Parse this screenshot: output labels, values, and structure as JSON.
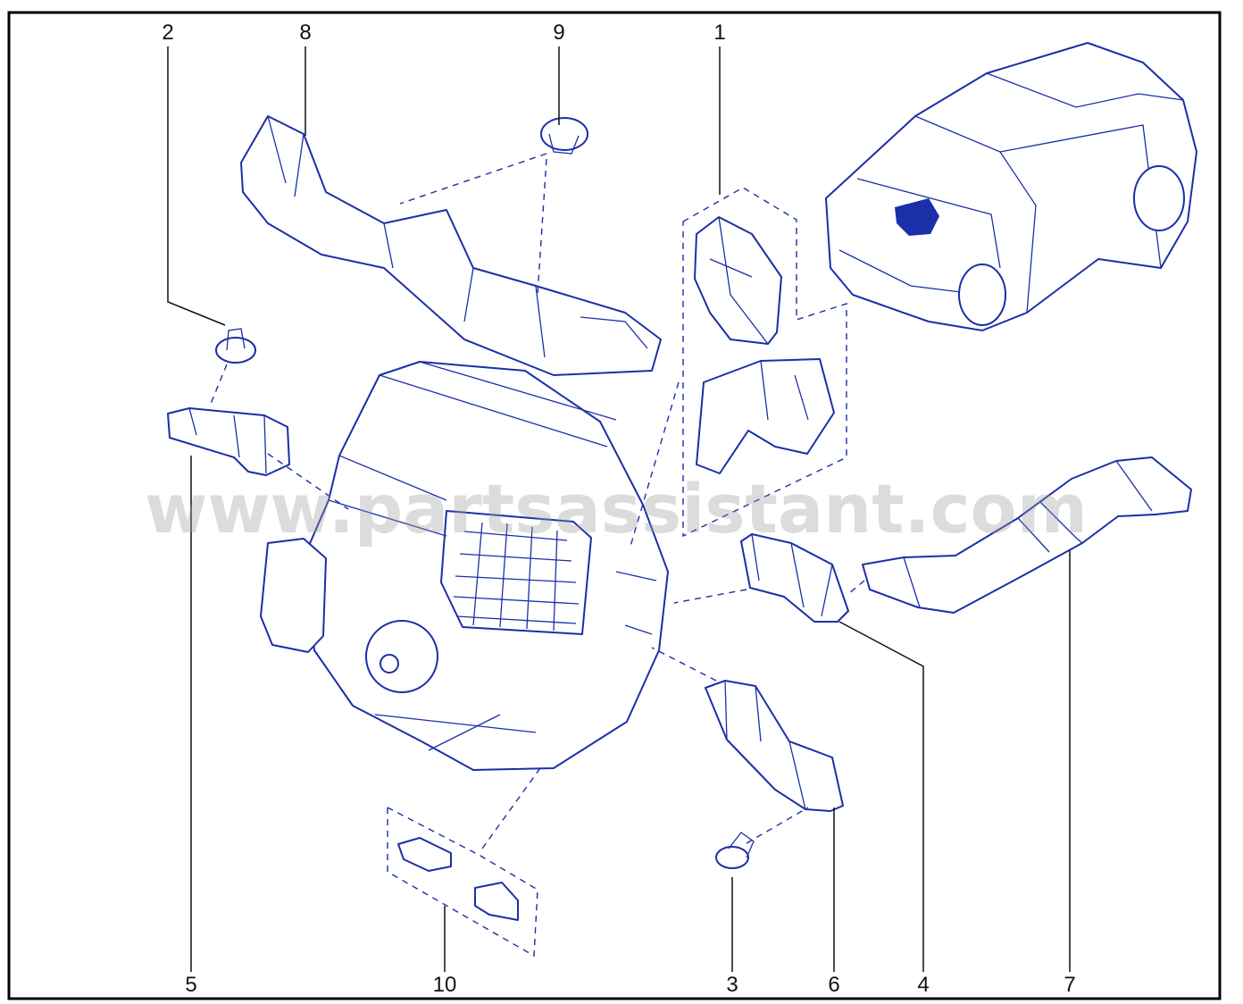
{
  "diagram": {
    "callouts": [
      "1",
      "2",
      "3",
      "4",
      "5",
      "6",
      "7",
      "8",
      "9",
      "10"
    ],
    "watermark": "www.partsassistant.com",
    "colors": {
      "line": "#1a2fa8",
      "frame": "#000000",
      "leader": "#111111"
    }
  }
}
